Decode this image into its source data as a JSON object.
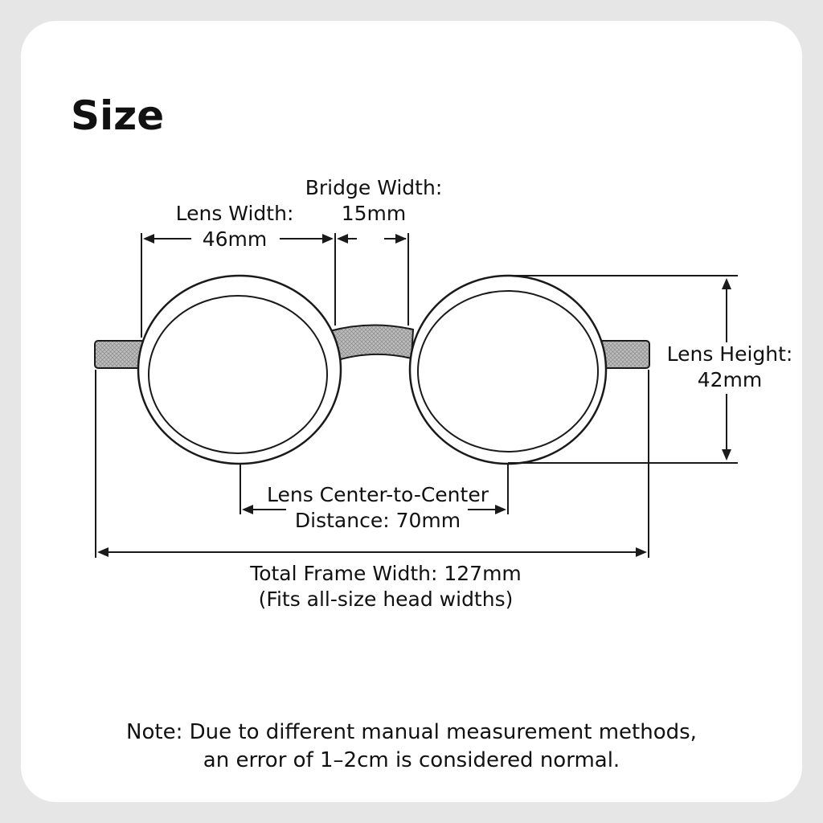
{
  "title": "Size",
  "dimensions": {
    "lens_width": {
      "label": "Lens Width:",
      "value": "46mm"
    },
    "bridge_width": {
      "label": "Bridge Width:",
      "value": "15mm"
    },
    "lens_height": {
      "label": "Lens Height:",
      "value": "42mm"
    },
    "center_distance": {
      "line1": "Lens Center-to-Center",
      "line2": "Distance: 70mm"
    },
    "total_width": {
      "line1": "Total Frame Width: 127mm",
      "line2": "(Fits all-size head widths)"
    }
  },
  "note": {
    "line1": "Note: Due to different manual measurement methods,",
    "line2": "an error of 1–2cm is considered normal."
  },
  "colors": {
    "background": "#e6e6e6",
    "card": "#ffffff",
    "ink": "#111111",
    "frame_fill": "#b3b3b3"
  }
}
